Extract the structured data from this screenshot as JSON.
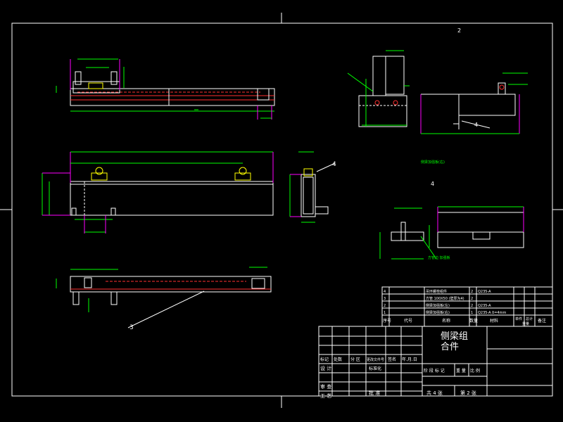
{
  "title_block": {
    "part_name_line1": "侧梁组",
    "part_name_line2": "合件",
    "rev_headers": [
      "标记",
      "处数",
      "分 区",
      "更改文件号",
      "签名",
      "年.月.日"
    ],
    "row_design": "设 计",
    "row_standard": "标准化",
    "stage_headers": [
      "阶 段 标 记",
      "重 量",
      "比 例"
    ],
    "row_review": "审 查",
    "row_process": "工 艺",
    "row_approve": "批 准",
    "sheet_total": "共 4 张",
    "sheet_no": "第 2 张"
  },
  "bom": {
    "headers": [
      "序号",
      "代号",
      "名称",
      "数量",
      "材料",
      "单件",
      "总计",
      "备注"
    ],
    "weight_header": "重量",
    "rows": [
      {
        "no": "4",
        "name": "吊环螺栓组件",
        "qty": "2",
        "mat": "Q235-A"
      },
      {
        "no": "3",
        "name": "方管 100X50 (壁厚为4)",
        "qty": "2",
        "mat": ""
      },
      {
        "no": "2",
        "name": "侧梁加强板(左)",
        "qty": "2",
        "mat": "Q235-A"
      },
      {
        "no": "1",
        "name": "侧梁加强板(右)",
        "qty": "1",
        "mat": "Q235-A δ=4mm"
      }
    ]
  },
  "labels": {
    "view_2": "2",
    "view_4": "4",
    "callout_3": "3",
    "callout_4a": "4",
    "callout_4b": "4",
    "note_green1": "侧梁加强板(右)",
    "note_green2": "方管边 加强板"
  }
}
